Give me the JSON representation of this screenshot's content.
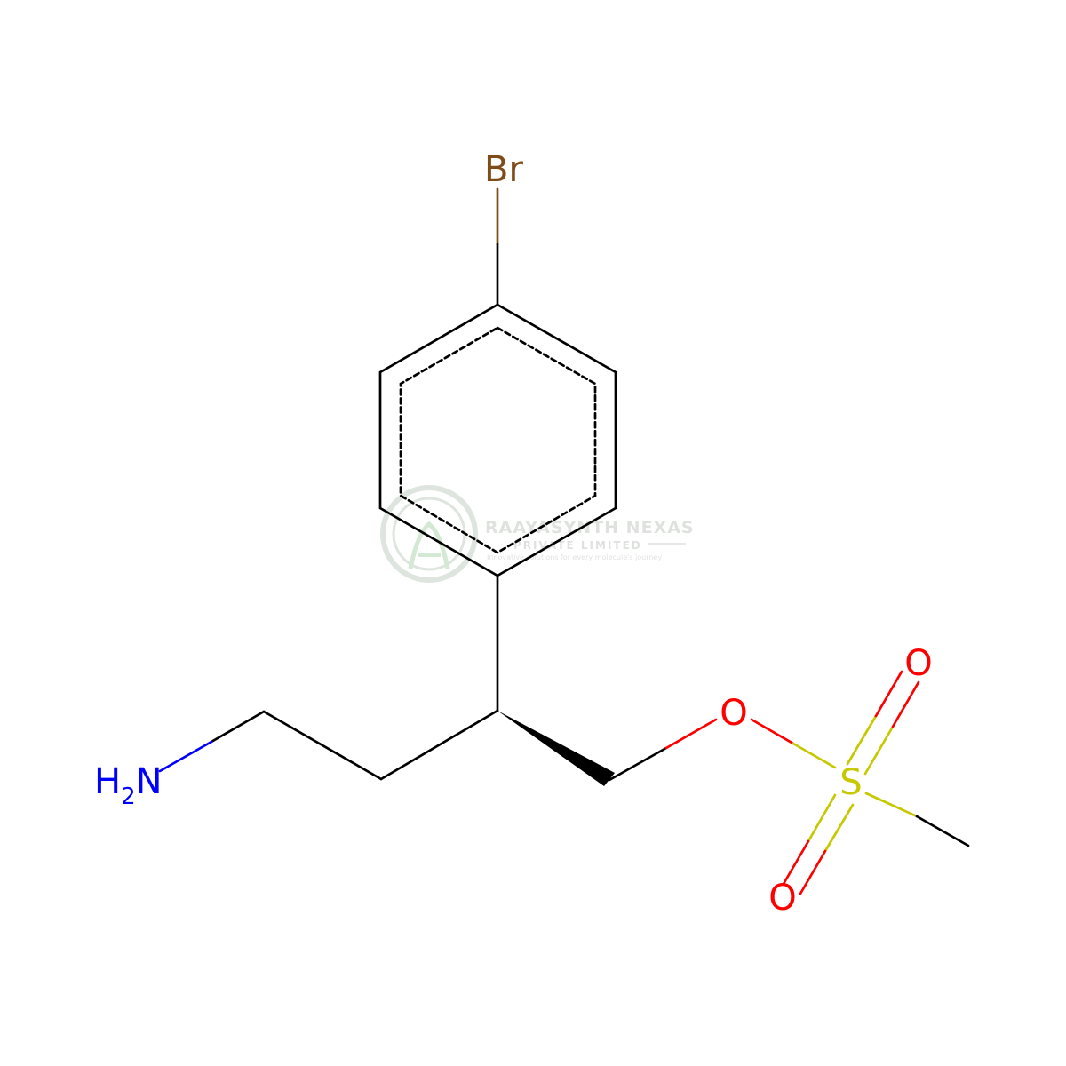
{
  "molecule": {
    "atoms": {
      "bromine": {
        "symbol": "Br",
        "color": "#7f4c19"
      },
      "amine": {
        "symbol": "H",
        "subscript": "2",
        "symbol2": "N",
        "color": "#0000ff"
      },
      "ester_oxygen": {
        "symbol": "O",
        "color": "#ff0000"
      },
      "sulfonyl_oxygen_top": {
        "symbol": "O",
        "color": "#ff0000"
      },
      "sulfonyl_oxygen_bottom": {
        "symbol": "O",
        "color": "#ff0000"
      },
      "sulfur": {
        "symbol": "S",
        "color": "#c8c800"
      }
    },
    "bond_color": "#000000"
  },
  "watermark": {
    "company": "RAAYASYNTH NEXAS",
    "subtitle": "PRIVATE LIMITED",
    "tagline": "Innovative solutions for every molecule's journey",
    "color": "#9aa39a"
  }
}
